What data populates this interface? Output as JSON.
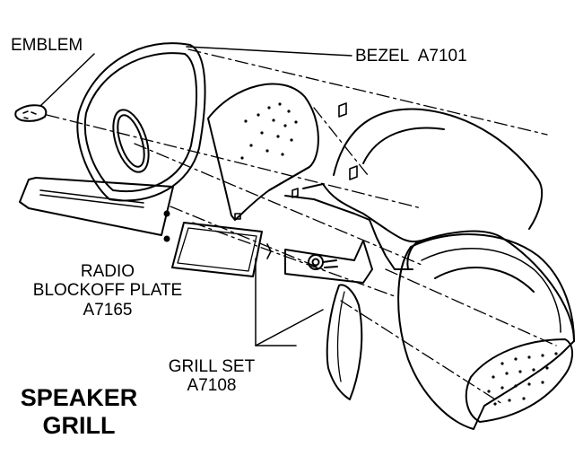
{
  "labels": {
    "emblem": "EMBLEM",
    "bezel": {
      "name": "BEZEL",
      "part_number": "A7101"
    },
    "radio_plate": {
      "line1": "RADIO",
      "line2": "BLOCKOFF PLATE",
      "part_number": "A7165"
    },
    "grill_set": {
      "name": "GRILL SET",
      "part_number": "A7108"
    }
  },
  "title": {
    "line1": "SPEAKER",
    "line2": "GRILL"
  },
  "colors": {
    "ink": "#000000",
    "background": "#ffffff"
  }
}
